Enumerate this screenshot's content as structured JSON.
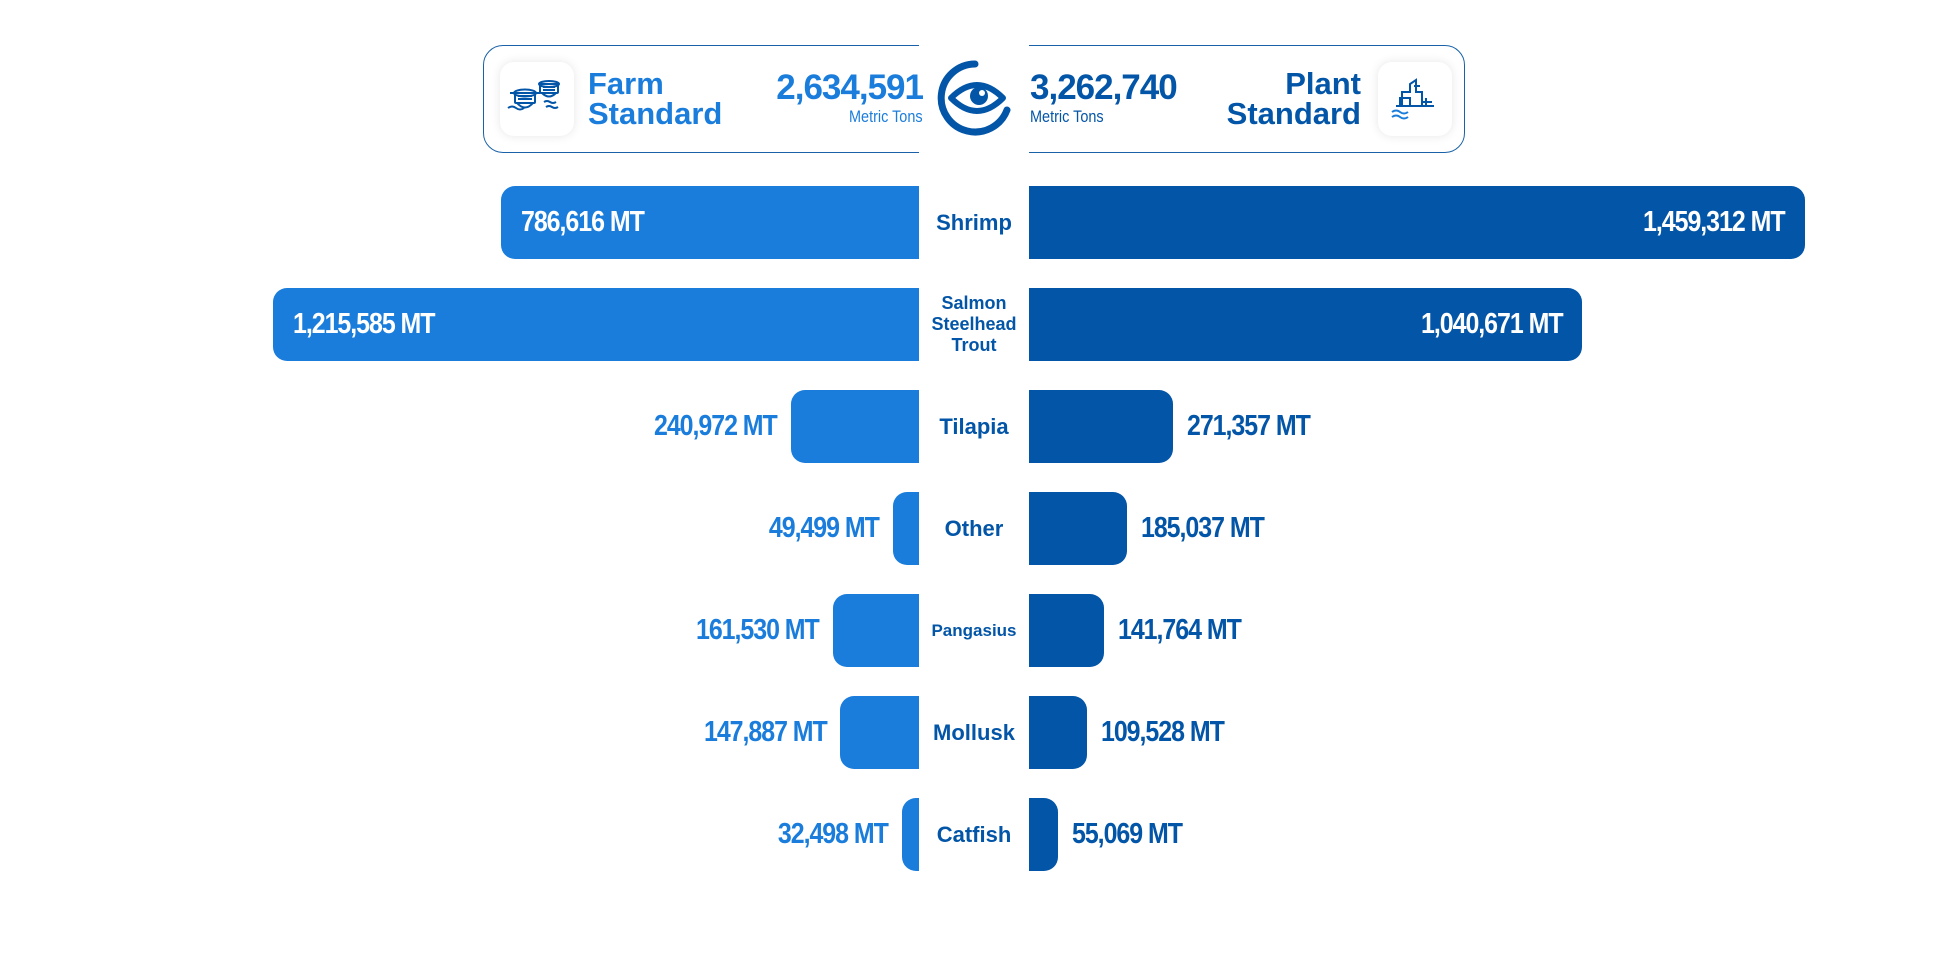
{
  "header": {
    "farm": {
      "title_line1": "Farm",
      "title_line2": "Standard",
      "total": "2,634,591",
      "unit": "Metric Tons",
      "icon": "fish-farm-pens-icon"
    },
    "plant": {
      "title_line1": "Plant",
      "title_line2": "Standard",
      "total": "3,262,740",
      "unit": "Metric Tons",
      "icon": "processing-plant-icon"
    },
    "logo": "fish-eye-logo"
  },
  "colors": {
    "farm": "#1a7ddc",
    "plant": "#0355a7",
    "background": "#ffffff"
  },
  "chart_data": {
    "type": "bar",
    "orientation": "horizontal-butterfly",
    "categories": [
      "Shrimp",
      "Salmon Steelhead Trout",
      "Tilapia",
      "Other",
      "Pangasius",
      "Mollusk",
      "Catfish"
    ],
    "category_lines": [
      [
        "Shrimp"
      ],
      [
        "Salmon",
        "Steelhead",
        "Trout"
      ],
      [
        "Tilapia"
      ],
      [
        "Other"
      ],
      [
        "Pangasius"
      ],
      [
        "Mollusk"
      ],
      [
        "Catfish"
      ]
    ],
    "series": [
      {
        "name": "Farm Standard",
        "side": "left",
        "values": [
          786616,
          1215585,
          240972,
          49499,
          161530,
          147887,
          32498
        ],
        "labels": [
          "786,616 MT",
          "1,215,585 MT",
          "240,972 MT",
          "49,499 MT",
          "161,530 MT",
          "147,887 MT",
          "32,498 MT"
        ]
      },
      {
        "name": "Plant Standard",
        "side": "right",
        "values": [
          1459312,
          1040671,
          271357,
          185037,
          141764,
          109528,
          55069
        ],
        "labels": [
          "1,459,312 MT",
          "1,040,671 MT",
          "271,357 MT",
          "185,037 MT",
          "141,764 MT",
          "109,528 MT",
          "55,069 MT"
        ]
      }
    ],
    "unit": "MT"
  }
}
